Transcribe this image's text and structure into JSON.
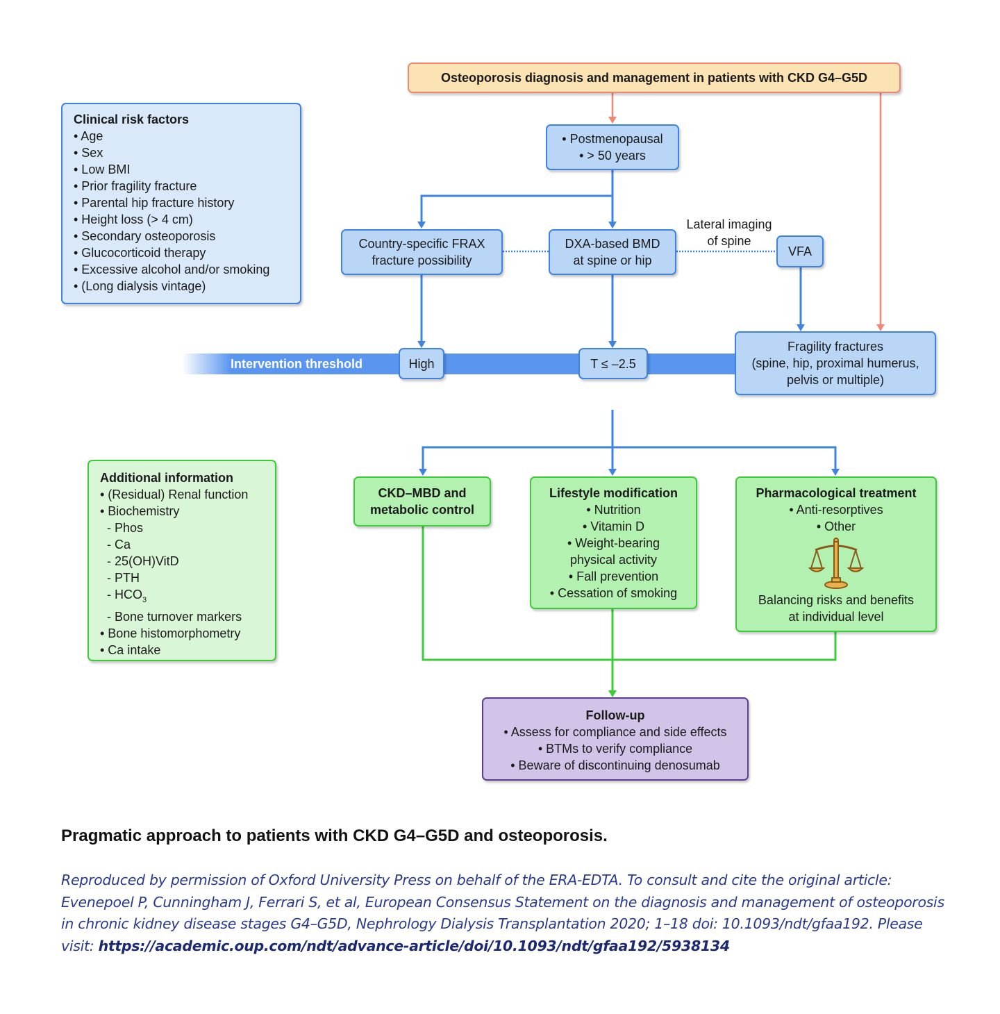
{
  "top": {
    "title": "Osteoporosis diagnosis and management in patients with CKD G4–G5D"
  },
  "clinical_risk_factors": {
    "title": "Clinical risk factors",
    "items": [
      "• Age",
      "• Sex",
      "• Low BMI",
      "• Prior fragility fracture",
      "• Parental hip fracture history",
      "• Height loss (> 4 cm)",
      "• Secondary osteoporosis",
      "• Glucocorticoid therapy",
      "• Excessive alcohol and/or smoking",
      "• (Long dialysis vintage)"
    ]
  },
  "population": {
    "lines": [
      "• Postmenopausal",
      "• > 50 years"
    ]
  },
  "frax": {
    "lines": [
      "Country-specific FRAX",
      "fracture possibility"
    ]
  },
  "dxa": {
    "lines": [
      "DXA-based BMD",
      "at spine or hip"
    ]
  },
  "lateral_label": {
    "lines": [
      "Lateral imaging",
      "of spine"
    ]
  },
  "vfa": {
    "label": "VFA"
  },
  "threshold": {
    "label": "Intervention threshold",
    "high": "High",
    "t_score": "T ≤ –2.5"
  },
  "fragility": {
    "lines": [
      "Fragility fractures",
      "(spine, hip, proximal humerus,",
      "pelvis or multiple)"
    ]
  },
  "additional_info": {
    "title": "Additional information",
    "items": [
      "• (Residual) Renal function",
      "• Biochemistry",
      "  - Phos",
      "  - Ca",
      "  - 25(OH)VitD",
      "  - PTH",
      "  - HCO",
      "  - Bone turnover markers",
      "• Bone histomorphometry",
      "• Ca intake"
    ],
    "hco3_subscript": "3"
  },
  "ckd_mbd": {
    "lines": [
      "CKD–MBD and",
      "metabolic control"
    ]
  },
  "lifestyle": {
    "title": "Lifestyle modification",
    "items": [
      "• Nutrition",
      "• Vitamin D",
      "• Weight-bearing",
      "physical activity",
      "• Fall prevention",
      "• Cessation of smoking"
    ]
  },
  "pharma": {
    "title": "Pharmacological treatment",
    "items": [
      "• Anti-resorptives",
      "• Other"
    ],
    "icon": "scales-of-justice-icon",
    "footer": [
      "Balancing risks and benefits",
      "at individual level"
    ]
  },
  "followup": {
    "title": "Follow-up",
    "items": [
      "• Assess for compliance and side effects",
      "• BTMs to verify compliance",
      "• Beware of discontinuing denosumab"
    ]
  },
  "caption": {
    "title": "Pragmatic approach to patients with CKD G4–G5D and osteoporosis.",
    "body": "Reproduced by permission of Oxford University Press on behalf of the ERA-EDTA. To consult and cite the original article: Evenepoel P, Cunningham J, Ferrari S, et al, European Consensus Statement on the diagnosis and management of osteoporosis in chronic kidney disease stages G4–G5D, Nephrology Dialysis Transplantation 2020; 1–18 doi: 10.1093/ndt/gfaa192. Please visit: ",
    "link": "https://academic.oup.com/ndt/advance-article/doi/10.1093/ndt/gfaa192/5938134"
  },
  "colors": {
    "blue_line": "#3f83e0",
    "orange_line": "#f18874",
    "green_line": "#3ccc3a",
    "threshold_bar": "#5a96f0"
  }
}
